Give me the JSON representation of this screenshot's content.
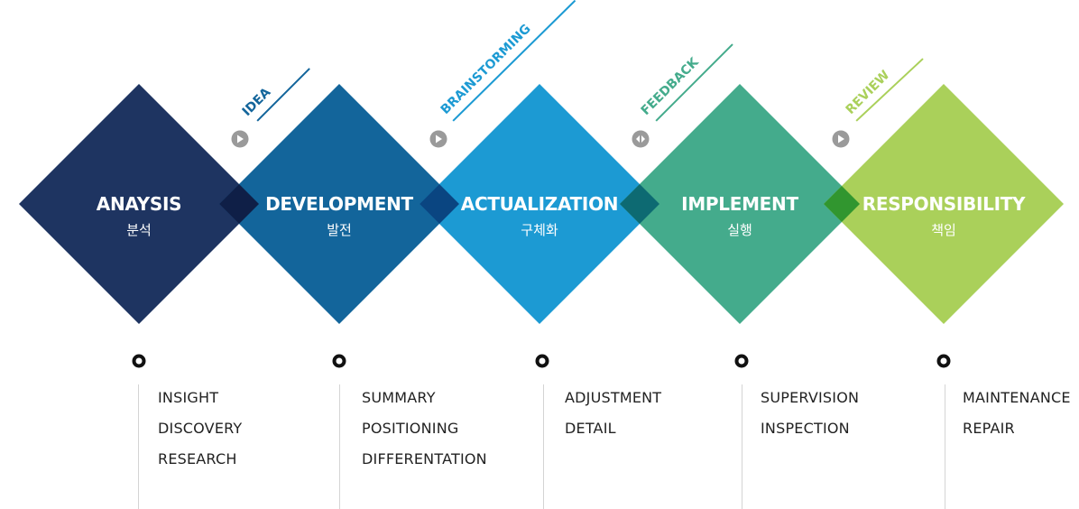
{
  "stages": [
    {
      "title": "ANAYSIS",
      "subtitle": "분석",
      "color": "#1e3461",
      "details": [
        "INSIGHT",
        "DISCOVERY",
        "RESEARCH"
      ]
    },
    {
      "title": "DEVELOPMENT",
      "subtitle": "발전",
      "color": "#13659b",
      "details": [
        "SUMMARY",
        "POSITIONING",
        "DIFFERENTATION"
      ]
    },
    {
      "title": "ACTUALIZATION",
      "subtitle": "구체화",
      "color": "#1c9ad3",
      "details": [
        "ADJUSTMENT",
        "DETAIL"
      ]
    },
    {
      "title": "IMPLEMENT",
      "subtitle": "실행",
      "color": "#44ab8c",
      "details": [
        "SUPERVISION",
        "INSPECTION"
      ]
    },
    {
      "title": "RESPONSIBILITY",
      "subtitle": "책임",
      "color": "#aad05a",
      "details": [
        "MAINTENANCE",
        "REPAIR"
      ]
    }
  ],
  "overlap_colors": [
    "#0f1f47",
    "#0a4581",
    "#0d6a72",
    "#31962f"
  ],
  "connectors": [
    {
      "label": "IDEA",
      "color": "#13659b",
      "icon": "arrow-right-icon"
    },
    {
      "label": "BRAINSTORMING",
      "color": "#1c9ad3",
      "icon": "arrow-right-icon"
    },
    {
      "label": "FEEDBACK",
      "color": "#44ab8c",
      "icon": "arrows-left-right-icon"
    },
    {
      "label": "REVIEW",
      "color": "#aad05a",
      "icon": "arrow-right-icon"
    }
  ],
  "icon_color": "#9a9a9a"
}
